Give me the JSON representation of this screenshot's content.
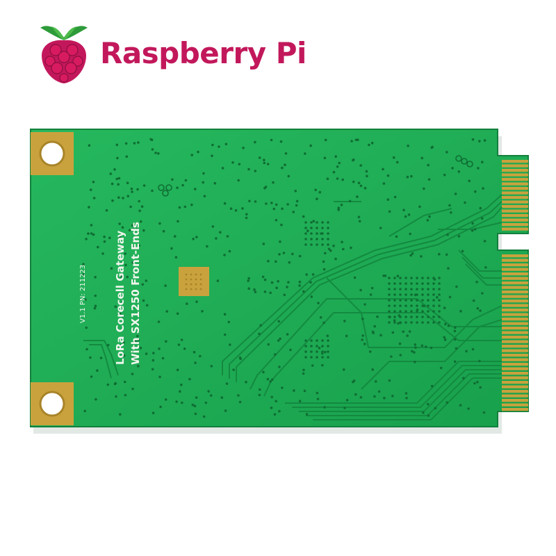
{
  "brand": {
    "name": "Raspberry Pi",
    "name_color": "#c2185b",
    "logo_icon": "raspberry-logo-icon"
  },
  "board": {
    "silkscreen_title_line1": "LoRa Corecell Gateway",
    "silkscreen_title_line2": "With SX1250 Front-Ends",
    "silkscreen_version": "V1.1  PN: 211223",
    "pcb_color": "#1fae55",
    "pad_color": "#c9a23d",
    "connector_icon": "edge-connector-icon",
    "mounting_hole_icon": "mounting-hole-icon"
  }
}
